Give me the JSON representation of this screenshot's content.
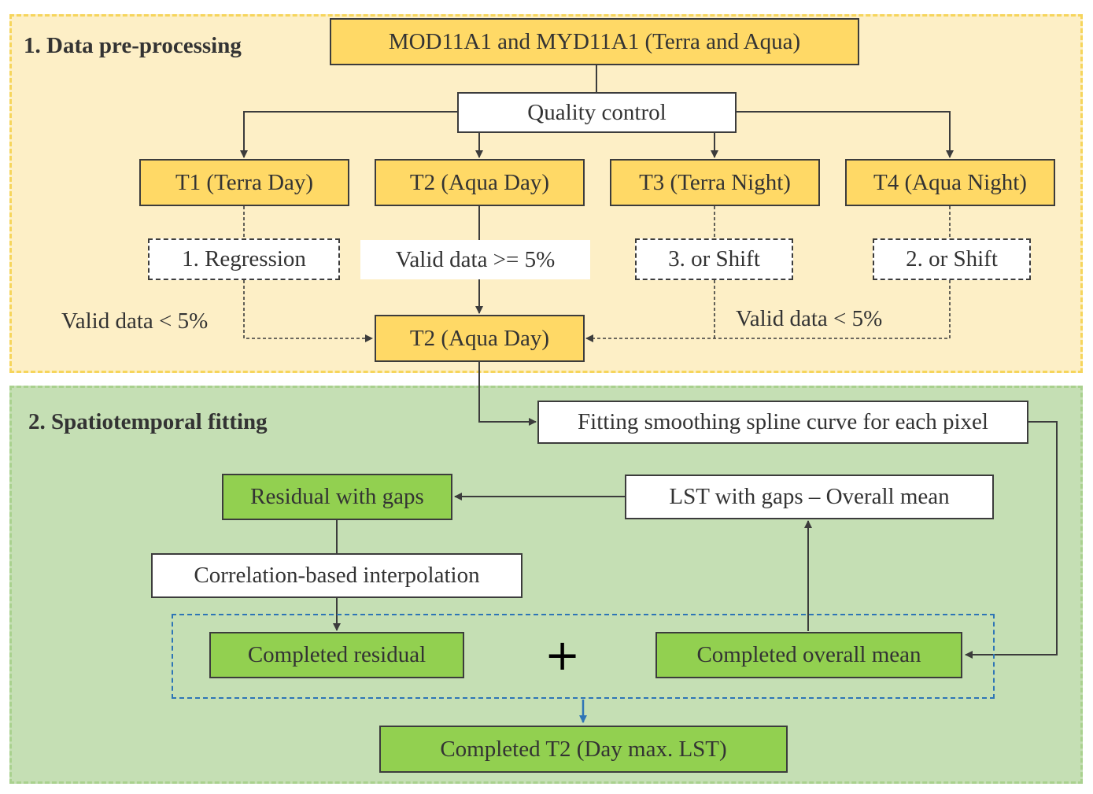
{
  "sections": {
    "preprocessing_title": "1. Data pre-processing",
    "fitting_title": "2. Spatiotemporal fitting"
  },
  "nodes": {
    "source": "MOD11A1 and MYD11A1 (Terra and Aqua)",
    "quality_control": "Quality control",
    "t1": "T1 (Terra Day)",
    "t2": "T2 (Aqua Day)",
    "t3": "T3 (Terra Night)",
    "t4": "T4 (Aqua Night)",
    "regression": "1. Regression",
    "valid_ge": "Valid data >= 5%",
    "shift3": "3. or Shift",
    "shift2": "2. or Shift",
    "t2_merged": "T2 (Aqua Day)",
    "spline": "Fitting smoothing spline curve for each pixel",
    "residual_gaps": "Residual with gaps",
    "lst_gaps": "LST with gaps – Overall mean",
    "correlation": "Correlation-based interpolation",
    "completed_residual": "Completed residual",
    "completed_mean": "Completed overall mean",
    "completed_t2": "Completed T2 (Day max. LST)"
  },
  "labels": {
    "valid_lt_left": "Valid data < 5%",
    "valid_lt_right": "Valid data < 5%",
    "plus": "+"
  },
  "colors": {
    "preprocessing_bg": "#fdefc6",
    "preprocessing_border": "#f6d55c",
    "fitting_bg": "#c5dfb4",
    "fitting_border": "#a9d18e",
    "yellow_box": "#ffd966",
    "green_box": "#92d050",
    "group_outline": "#2e75b6"
  }
}
